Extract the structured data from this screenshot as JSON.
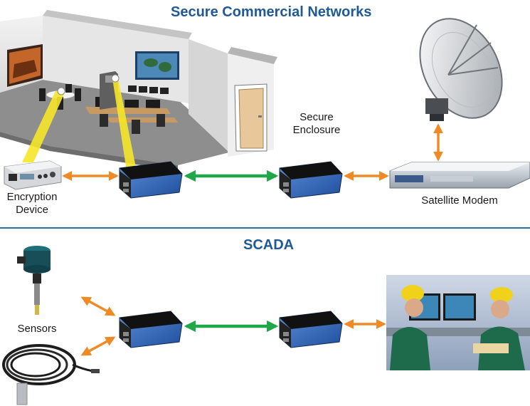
{
  "sections": {
    "top_title": "Secure Commercial Networks",
    "bottom_title": "SCADA"
  },
  "labels": {
    "encryption_line1": "Encryption",
    "encryption_line2": "Device",
    "secure_enclosure_line1": "Secure",
    "secure_enclosure_line2": "Enclosure",
    "satellite_modem": "Satellite Modem",
    "sensors": "Sensors"
  },
  "colors": {
    "title_blue": "#1f5a96",
    "copper_link_orange": "#f08a24",
    "fiber_link_green": "#1fa84a",
    "highlight_yellow": "#f5e52a",
    "divider_blue": "#2f6fb0"
  }
}
